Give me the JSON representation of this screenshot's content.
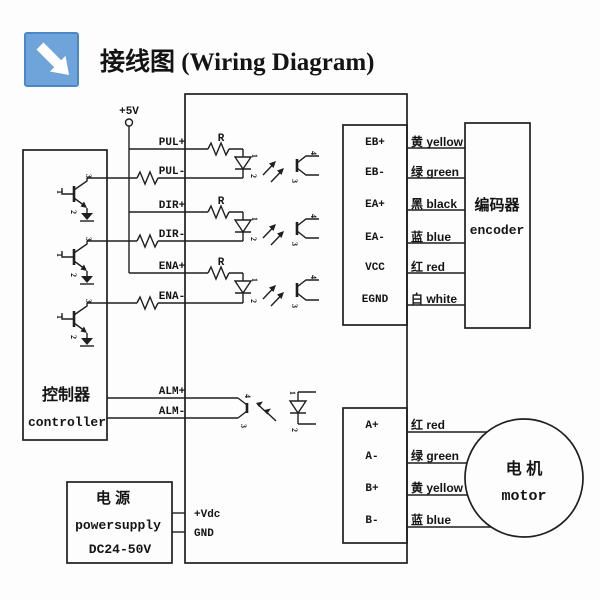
{
  "title": {
    "text": "接线图 (Wiring Diagram)",
    "icon": "arrow-down-right"
  },
  "colors": {
    "icon_fill": "#6FA4DA",
    "icon_border": "#4E87C8",
    "arrow": "#FFFFFF",
    "line": "#1F1F1F"
  },
  "supply": {
    "label": "+5V"
  },
  "controller": {
    "label_cn": "控制器",
    "label_en": "controller"
  },
  "driver": {
    "inputs": [
      "PUL+",
      "PUL-",
      "DIR+",
      "DIR-",
      "ENA+",
      "ENA-"
    ],
    "alarm": [
      "ALM+",
      "ALM-"
    ],
    "power": [
      "+Vdc",
      "GND"
    ],
    "resistor_label": "R",
    "encoder_terminals": [
      "EB+",
      "EB-",
      "EA+",
      "EA-",
      "VCC",
      "EGND"
    ],
    "motor_terminals": [
      "A+",
      "A-",
      "B+",
      "B-"
    ]
  },
  "encoder": {
    "label_cn": "编码器",
    "label_en": "encoder",
    "wires": [
      "黄 yellow",
      "绿 green",
      "黑 black",
      "蓝 blue",
      "红 red",
      "白 white"
    ]
  },
  "motor": {
    "label_cn": "电 机",
    "label_en": "motor",
    "wires": [
      "红 red",
      "绿 green",
      "黄 yellow",
      "蓝 blue"
    ]
  },
  "power_supply": {
    "label_cn": "电 源",
    "label_en": "powersupply",
    "label_voltage": "DC24-50V"
  },
  "pins": {
    "p1": "1",
    "p2": "2",
    "p3": "3",
    "p4": "4"
  }
}
